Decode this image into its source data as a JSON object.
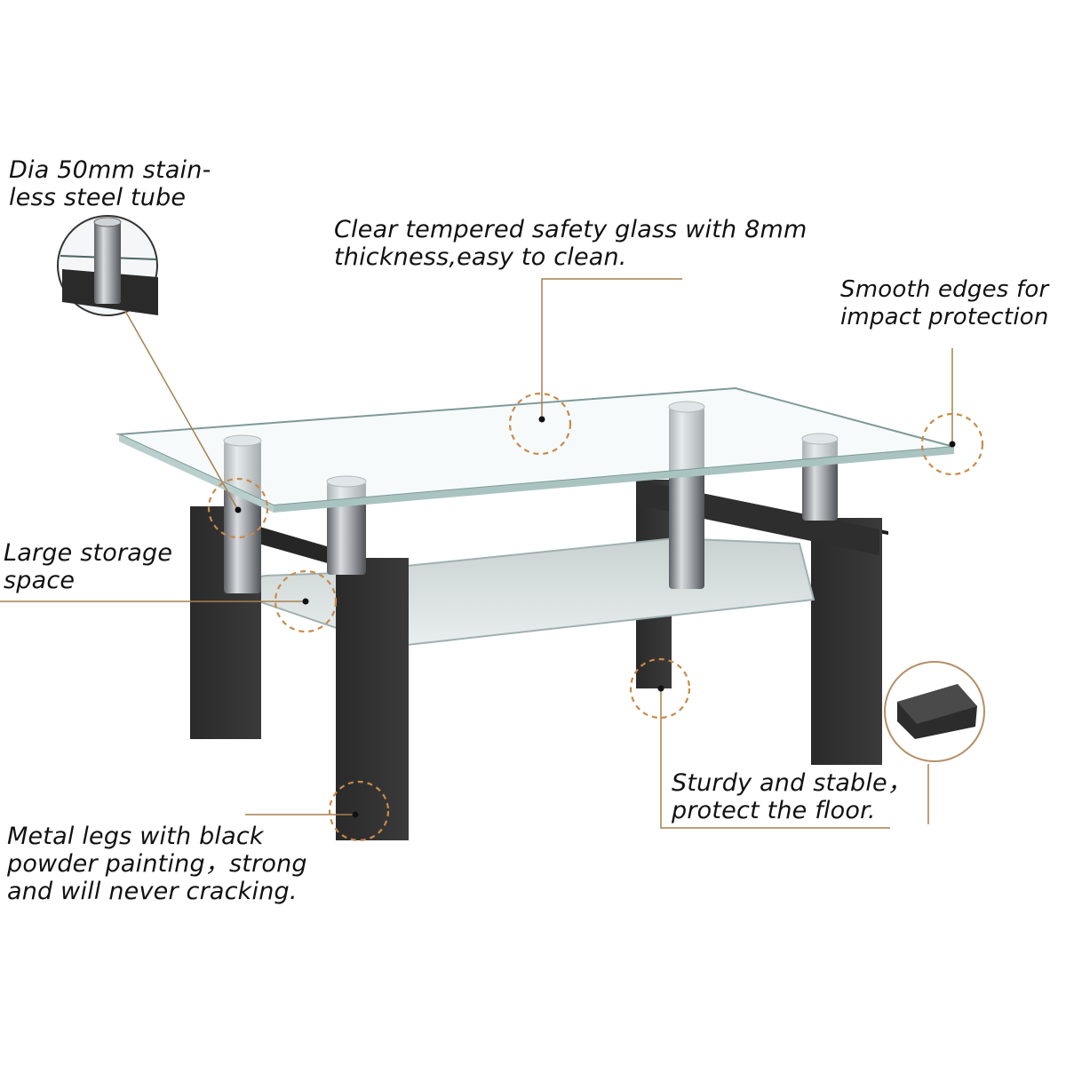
{
  "callouts": {
    "tube": {
      "line1": "Dia 50mm   stain-",
      "line2": "less steel tube"
    },
    "glass": {
      "line1": "Clear tempered safety glass with 8mm",
      "line2": "thickness,easy to clean."
    },
    "edges": {
      "line1": "Smooth edges for",
      "line2": "impact protection"
    },
    "storage": {
      "line1": "Large storage",
      "line2": "space"
    },
    "sturdy": {
      "line1": "Sturdy and stable，",
      "line2": "protect the floor."
    },
    "legs": {
      "line1": "Metal legs with black",
      "line2": "powder painting，strong",
      "line3": "and will never cracking."
    }
  },
  "colors": {
    "callout_line": "#a97f4f",
    "dashed_circle": "#c98a4b",
    "leg_black": "#2b2b2b",
    "glass_edge": "#7f9a98",
    "tube_steel": "#9aa0a6",
    "text": "#111111"
  }
}
